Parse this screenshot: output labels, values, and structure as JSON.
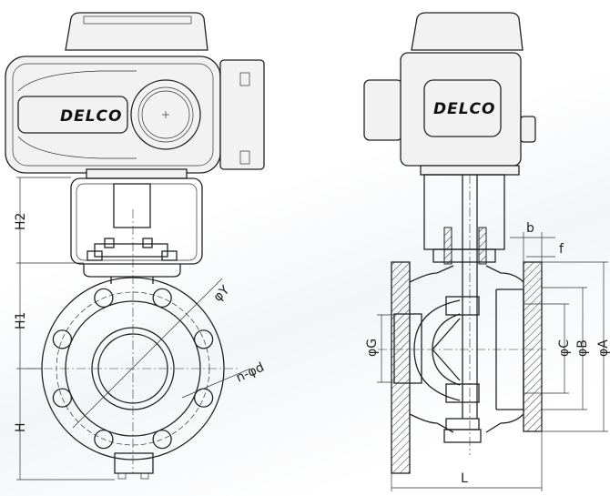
{
  "brand": "DELCO",
  "front_view": {
    "dimensions": {
      "h2": "H2",
      "h1": "H1",
      "h": "H",
      "bolt_circle": "φY",
      "bolt_holes": "n-φd"
    }
  },
  "side_view": {
    "dimensions": {
      "b": "b",
      "f": "f",
      "g": "φG",
      "c": "φC",
      "b_dia": "φB",
      "a": "φA",
      "length": "L"
    }
  }
}
